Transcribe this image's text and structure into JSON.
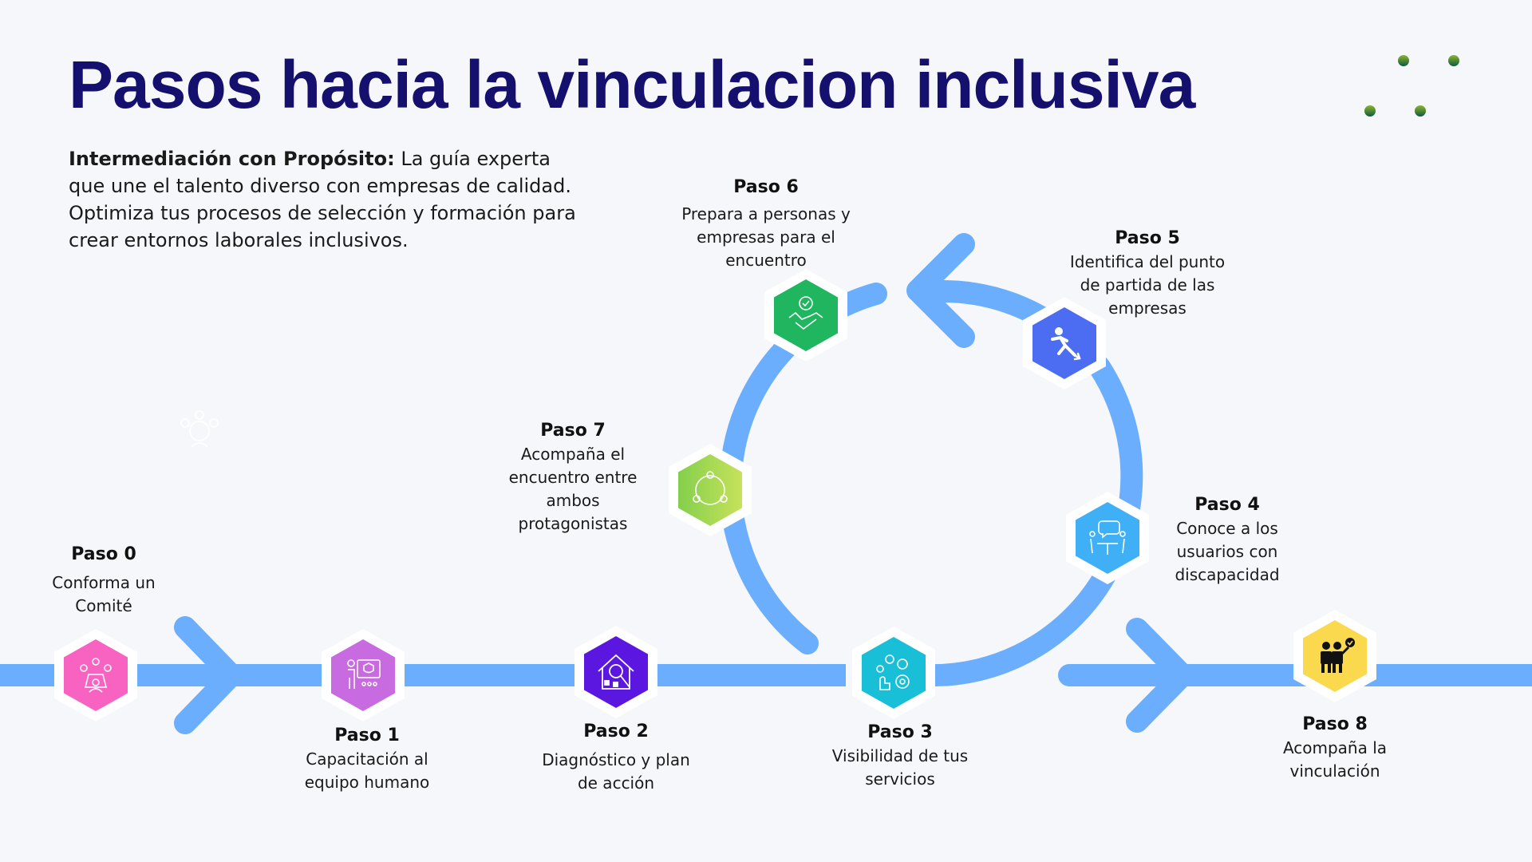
{
  "header": {
    "title": "Pasos hacia la vinculacion inclusiva"
  },
  "intro": {
    "bold": "Intermediación con Propósito:",
    "text": " La guía experta que une el talento diverso con empresas de calidad. Optimiza tus procesos de selección y formación para crear entornos laborales inclusivos."
  },
  "colors": {
    "title": "#150f6e",
    "line": "#6aaefd",
    "background": "#f6f7fb"
  },
  "steps": [
    {
      "label": "Paso 0",
      "desc": "Conforma un Comité",
      "icon": "committee-meeting-icon",
      "color": "#f862c0"
    },
    {
      "label": "Paso 1",
      "desc": "Capacitación al equipo humano",
      "icon": "training-presentation-icon",
      "color": "#c86be0"
    },
    {
      "label": "Paso 2",
      "desc": "Diagnóstico y plan de acción",
      "icon": "house-search-icon",
      "color": "#5b17e0"
    },
    {
      "label": "Paso 3",
      "desc": "Visibilidad de tus servicios",
      "icon": "services-touch-icon",
      "color": "#18bfd6"
    },
    {
      "label": "Paso 4",
      "desc": "Conoce a los usuarios con discapacidad",
      "icon": "conversation-table-icon",
      "color": "#3fb0f5"
    },
    {
      "label": "Paso 5",
      "desc": "Identifica del punto de partida de las empresas",
      "icon": "runner-start-icon",
      "color": "#4c6cf2"
    },
    {
      "label": "Paso 6",
      "desc": "Prepara a personas y empresas para el encuentro",
      "icon": "handshake-check-icon",
      "color": "#1fb65f"
    },
    {
      "label": "Paso 7",
      "desc": "Acompaña el encuentro entre ambos protagonistas",
      "icon": "team-circle-icon",
      "color": "#8fd14f"
    },
    {
      "label": "Paso 8",
      "desc": "Acompaña la vinculación",
      "icon": "business-approval-icon",
      "color": "#fbd94f"
    }
  ],
  "logo": {
    "icon": "dot-grid-logo-icon"
  },
  "decor": {
    "icon": "head-cogs-icon"
  }
}
